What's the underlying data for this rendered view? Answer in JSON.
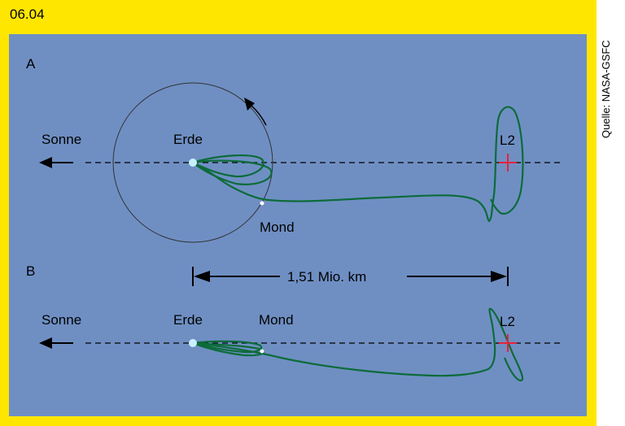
{
  "header": {
    "label": "06.04"
  },
  "credit": "Quelle: NASA-GSFC",
  "diagram_a": {
    "label": "A",
    "sun_label": "Sonne",
    "earth_label": "Erde",
    "moon_label": "Mond",
    "l2_label": "L2"
  },
  "diagram_b": {
    "label": "B",
    "sun_label": "Sonne",
    "earth_label": "Erde",
    "moon_label": "Mond",
    "l2_label": "L2",
    "distance_label": "1,51 Mio. km"
  },
  "colors": {
    "frame": "#ffe600",
    "panel": "#6f8fc3",
    "trajectory": "#0d6b3a",
    "l2_marker": "#e8213a",
    "earth": "#c7f0ff"
  }
}
